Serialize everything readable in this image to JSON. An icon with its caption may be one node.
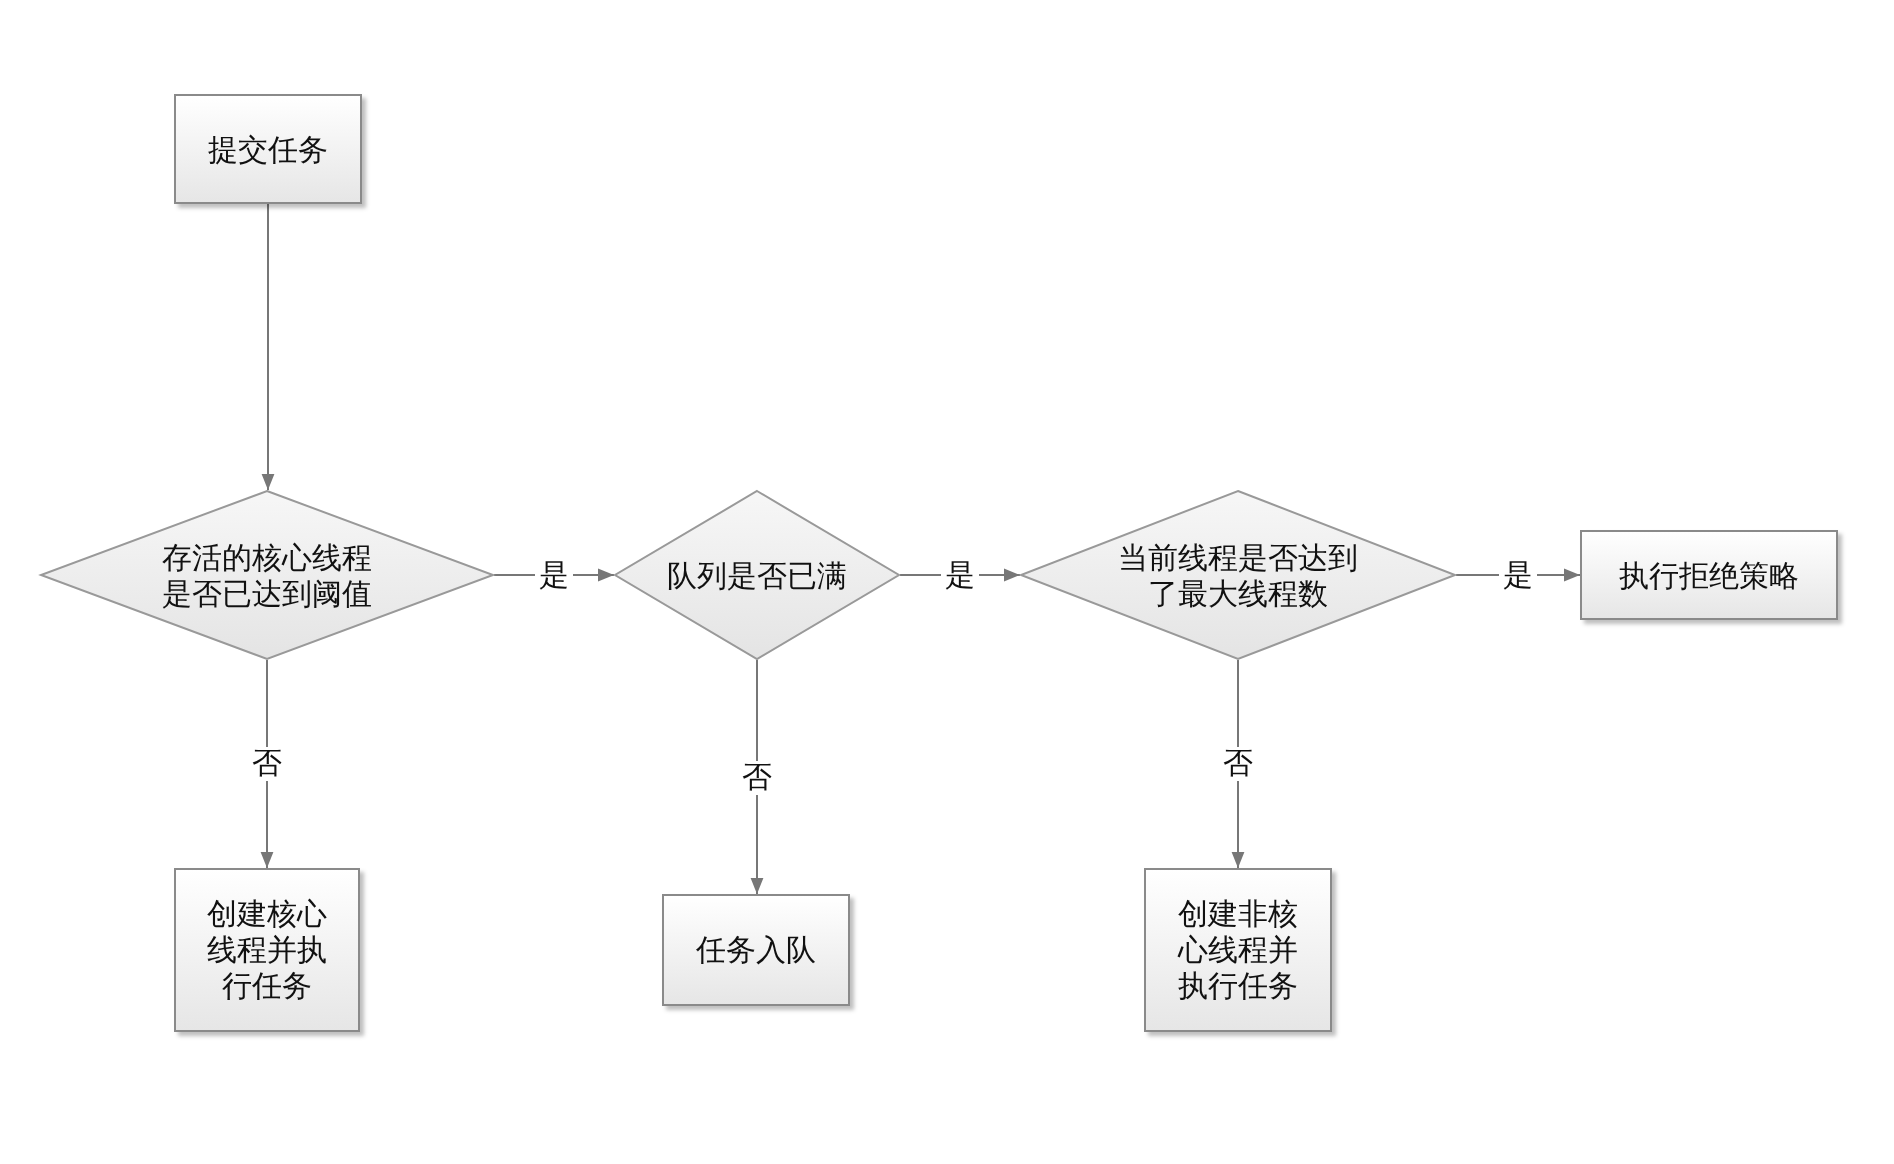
{
  "diagram": {
    "nodes": [
      {
        "text": [
          "提交任务"
        ]
      },
      {
        "text": [
          "存活的核心线程是否已达到阈值"
        ]
      },
      {
        "text": [
          "队列是否已满"
        ]
      },
      {
        "text": [
          "当前线程是否达到了最大线程数"
        ]
      },
      {
        "text": [
          "执行拒绝策略"
        ]
      },
      {
        "text": [
          "创建核心线程并执行任务"
        ]
      },
      {
        "text": [
          "任务入队"
        ]
      },
      {
        "text": [
          "创建非核心线程并执行任务"
        ]
      }
    ],
    "edges": [
      {
        "from": 0,
        "to": 1,
        "arrow": "to"
      },
      {
        "from": 1,
        "to": 2,
        "arrow": "to",
        "label": "是"
      },
      {
        "from": 2,
        "to": 3,
        "arrow": "to",
        "label": "是"
      },
      {
        "from": 3,
        "to": 4,
        "arrow": "to",
        "label": "是"
      },
      {
        "from": 1,
        "to": 5,
        "arrow": "to",
        "label": "否"
      },
      {
        "from": 2,
        "to": 6,
        "arrow": "to",
        "label": "否"
      },
      {
        "from": 3,
        "to": 7,
        "arrow": "to",
        "label": "否"
      }
    ]
  }
}
